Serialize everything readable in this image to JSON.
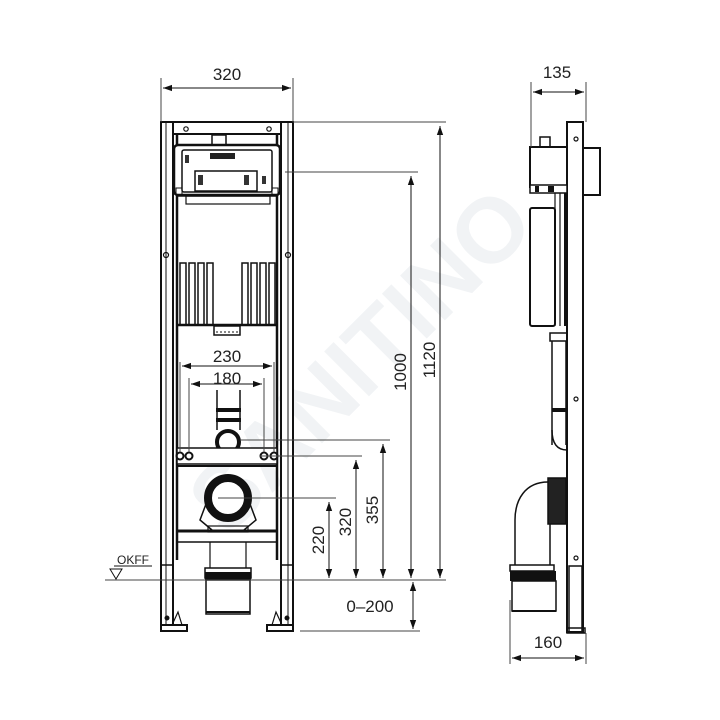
{
  "watermark": "SANITINO",
  "front_view": {
    "width_dim": "320",
    "outlet_spacing_outer": "230",
    "outlet_spacing_inner": "180",
    "total_height": "1120",
    "cistern_height": "1000",
    "bolt_height": "355",
    "drain_height": "320",
    "outlet_center_height": "220",
    "foot_adjust_range": "0–200",
    "floor_label": "OKFF"
  },
  "side_view": {
    "depth_top": "135",
    "depth_bottom": "160"
  },
  "colors": {
    "line": "#111111",
    "dim_line": "#555555",
    "watermark": "#eef1f4"
  }
}
